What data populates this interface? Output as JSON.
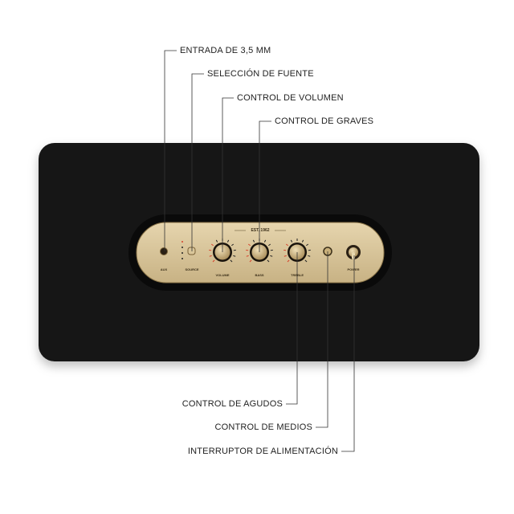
{
  "callouts": {
    "aux_input": "ENTRADA DE 3,5 MM",
    "source_select": "SELECCIÓN DE FUENTE",
    "volume": "CONTROL DE VOLUMEN",
    "bass": "CONTROL DE GRAVES",
    "treble": "CONTROL DE AGUDOS",
    "mid": "CONTROL DE MEDIOS",
    "power": "INTERRUPTOR DE ALIMENTACIÓN"
  },
  "panel": {
    "est": "EST. 1962",
    "aux": "AUX",
    "source": "SOURCE",
    "volume": "VOLUME",
    "bass": "BASS",
    "treble": "TREBLE",
    "power": "POWER"
  },
  "colors": {
    "body": "#141414",
    "panel": "#d8c49a",
    "knob": "#c9b07a",
    "indicator": "#d6402a",
    "line": "#333333"
  }
}
